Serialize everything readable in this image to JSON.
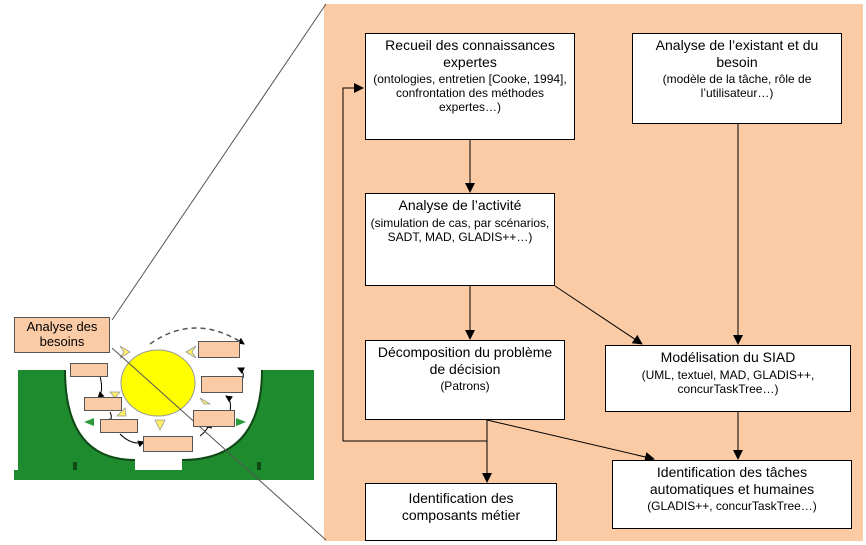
{
  "colors": {
    "panel_bg": "#fbcba6",
    "box_bg": "#ffffff",
    "mini_box_bg": "#fbcba6",
    "machine_green": "#1e8c2e",
    "center_yellow": "#ffff00"
  },
  "left_illustration": {
    "callout_line1": "Analyse des",
    "callout_line2": "besoins"
  },
  "boxes": {
    "recueil": {
      "title": "Recueil des connaissances expertes",
      "subtitle": "(ontologies, entretien [Cooke, 1994], confrontation des méthodes expertes…)"
    },
    "existant": {
      "title": "Analyse de l’existant et du besoin",
      "subtitle": "(modèle de la tâche, rôle de l’utilisateur…)"
    },
    "activite": {
      "title": "Analyse de l’activité",
      "subtitle": "(simulation de cas, par scénarios, SADT, MAD, GLADIS++…)"
    },
    "decomposition": {
      "title": "Décomposition du problème de décision",
      "subtitle": "(Patrons)"
    },
    "modelisation": {
      "title": "Modélisation du SIAD",
      "subtitle": "(UML, textuel, MAD, GLADIS++, concurTaskTree…)"
    },
    "composants": {
      "title": "Identification des composants métier"
    },
    "taches": {
      "title": "Identification des tâches automatiques et humaines",
      "subtitle": "(GLADIS++, concurTaskTree…)"
    }
  }
}
